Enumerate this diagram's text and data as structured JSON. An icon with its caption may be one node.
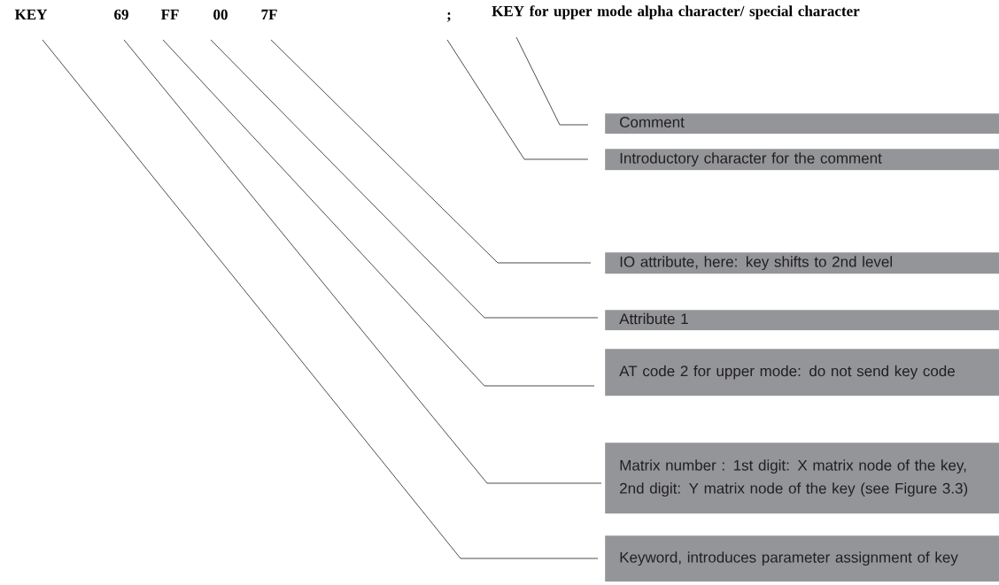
{
  "diagram": {
    "nodes": [
      {
        "text": [
          "KEY"
        ]
      },
      {
        "text": [
          "69"
        ]
      },
      {
        "text": [
          "FF"
        ]
      },
      {
        "text": [
          "00"
        ]
      },
      {
        "text": [
          "7F"
        ]
      },
      {
        "text": [
          ";"
        ]
      },
      {
        "text": [
          "KEY for upper mode alpha character/ special character"
        ]
      },
      {
        "text": [
          "Comment"
        ]
      },
      {
        "text": [
          "Introductory character for the comment"
        ]
      },
      {
        "text": [
          "IO attribute, here: key shifts to 2nd level"
        ]
      },
      {
        "text": [
          "Attribute 1"
        ]
      },
      {
        "text": [
          "AT code 2 for upper mode: do not send key code"
        ]
      },
      {
        "text": [
          "Matrix number : 1st digit: X matrix node of the key, 2nd digit: Y matrix node of the key (see Figure 3.3)"
        ]
      },
      {
        "text": [
          "Keyword, introduces parameter assignment of key"
        ]
      }
    ],
    "edges": [
      {
        "from": 6,
        "to": 7,
        "arrow": "none"
      },
      {
        "from": 5,
        "to": 8,
        "arrow": "none"
      },
      {
        "from": 4,
        "to": 9,
        "arrow": "none"
      },
      {
        "from": 3,
        "to": 10,
        "arrow": "none"
      },
      {
        "from": 2,
        "to": 11,
        "arrow": "none"
      },
      {
        "from": 1,
        "to": 12,
        "arrow": "none"
      },
      {
        "from": 0,
        "to": 13,
        "arrow": "none"
      }
    ]
  }
}
